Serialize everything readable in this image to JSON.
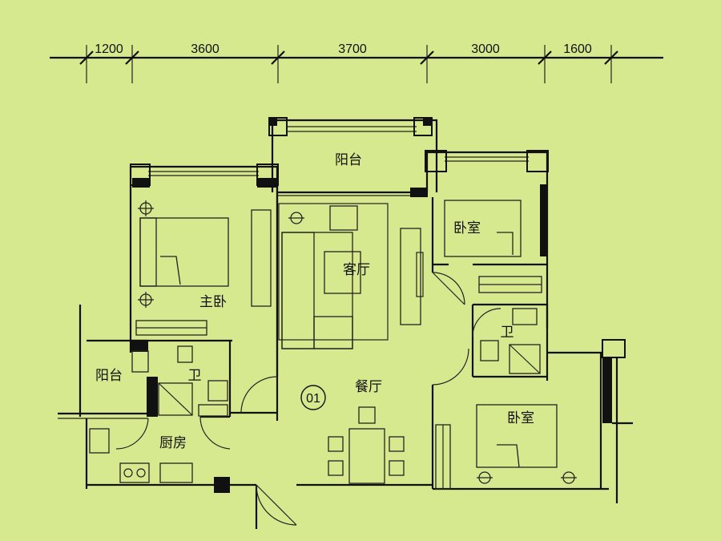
{
  "dimensions": [
    "1200",
    "3600",
    "3700",
    "3000",
    "1600"
  ],
  "rooms": {
    "balcony_top": "阳台",
    "master_bedroom": "主卧",
    "living_room": "客厅",
    "bedroom_ne": "卧室",
    "bathroom_e": "卫",
    "balcony_w": "阳台",
    "bathroom_w": "卫",
    "kitchen": "厨房",
    "dining_room": "餐厅",
    "bedroom_se": "卧室"
  },
  "unit_number": "01",
  "colors": {
    "background": "#d7e98f",
    "ink": "#111111"
  }
}
